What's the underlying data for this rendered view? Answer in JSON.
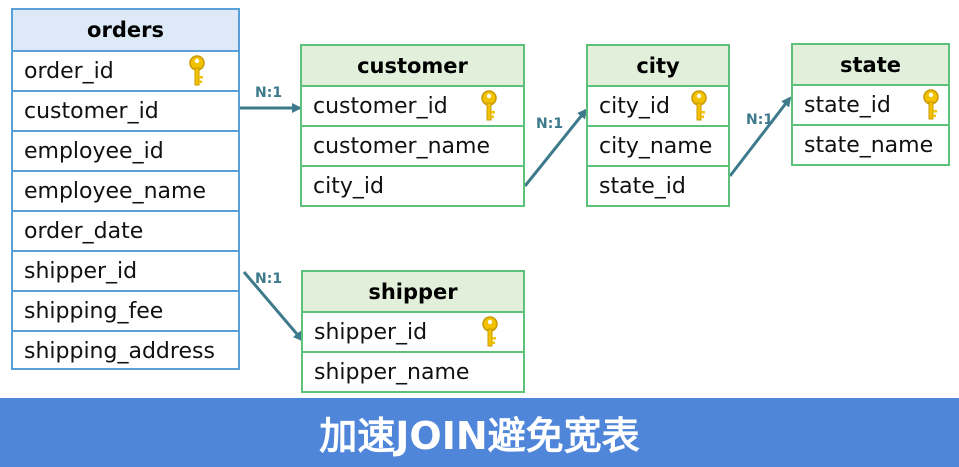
{
  "tables": {
    "orders": {
      "title": "orders",
      "fields": [
        "order_id",
        "customer_id",
        "employee_id",
        "employee_name",
        "order_date",
        "shipper_id",
        "shipping_fee",
        "shipping_address"
      ]
    },
    "customer": {
      "title": "customer",
      "fields": [
        "customer_id",
        "customer_name",
        "city_id"
      ]
    },
    "city": {
      "title": "city",
      "fields": [
        "city_id",
        "city_name",
        "state_id"
      ]
    },
    "state": {
      "title": "state",
      "fields": [
        "state_id",
        "state_name"
      ]
    },
    "shipper": {
      "title": "shipper",
      "fields": [
        "shipper_id",
        "shipper_name"
      ]
    }
  },
  "relations": [
    {
      "from": "orders.customer_id",
      "to": "customer.customer_id",
      "label": "N:1"
    },
    {
      "from": "customer.city_id",
      "to": "city.city_id",
      "label": "N:1"
    },
    {
      "from": "city.state_id",
      "to": "state.state_id",
      "label": "N:1"
    },
    {
      "from": "orders.shipper_id",
      "to": "shipper.shipper_id",
      "label": "N:1"
    }
  ],
  "banner": {
    "text": "加速JOIN避免宽表"
  },
  "colors": {
    "orders_border": "#5aa0d8",
    "other_border": "#5cc27a",
    "connector": "#3d7a8c",
    "banner": "#4f86d9",
    "key": "#f2c100"
  }
}
